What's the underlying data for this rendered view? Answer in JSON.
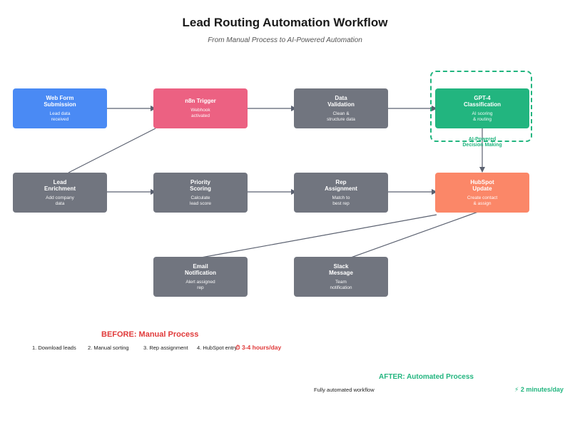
{
  "header": {
    "title": "Lead Routing Automation Workflow",
    "subtitle": "From Manual Process to AI-Powered Automation"
  },
  "nodes": {
    "web_form": {
      "title": "Web Form\nSubmission",
      "sub": "Lead data\nreceived"
    },
    "n8n_trigger": {
      "title": "n8n Trigger",
      "sub": "Webhook\nactivated"
    },
    "data_validation": {
      "title": "Data\nValidation",
      "sub": "Clean &\nstructure data"
    },
    "gpt4": {
      "title": "GPT-4\nClassification",
      "sub": "AI scoring\n& routing"
    },
    "lead_enrichment": {
      "title": "Lead\nEnrichment",
      "sub": "Add company\ndata"
    },
    "priority_scoring": {
      "title": "Priority\nScoring",
      "sub": "Calculate\nlead score"
    },
    "rep_assignment": {
      "title": "Rep\nAssignment",
      "sub": "Match to\nbest rep"
    },
    "hubspot": {
      "title": "HubSpot\nUpdate",
      "sub": "Create contact\n& assign"
    },
    "email": {
      "title": "Email\nNotification",
      "sub": "Alert assigned\nrep"
    },
    "slack": {
      "title": "Slack\nMessage",
      "sub": "Team\nnotification"
    }
  },
  "ai_group": {
    "label": "AI-Powered\nDecision Making"
  },
  "before": {
    "title": "BEFORE: Manual Process",
    "steps": [
      "1. Download leads",
      "2. Manual sorting",
      "3. Rep assignment",
      "4. HubSpot entry"
    ],
    "time": "⏱ 3-4 hours/day"
  },
  "after": {
    "title": "AFTER: Automated Process",
    "description": "Fully automated workflow",
    "time": "⚡ 2 minutes/day"
  },
  "colors": {
    "trigger": "#4a8af4",
    "n8n": "#ec6182",
    "process": "#71757f",
    "ai": "#22b57f",
    "crm": "#fb8768",
    "before_accent": "#e03a3a",
    "after_accent": "#22b57f"
  }
}
